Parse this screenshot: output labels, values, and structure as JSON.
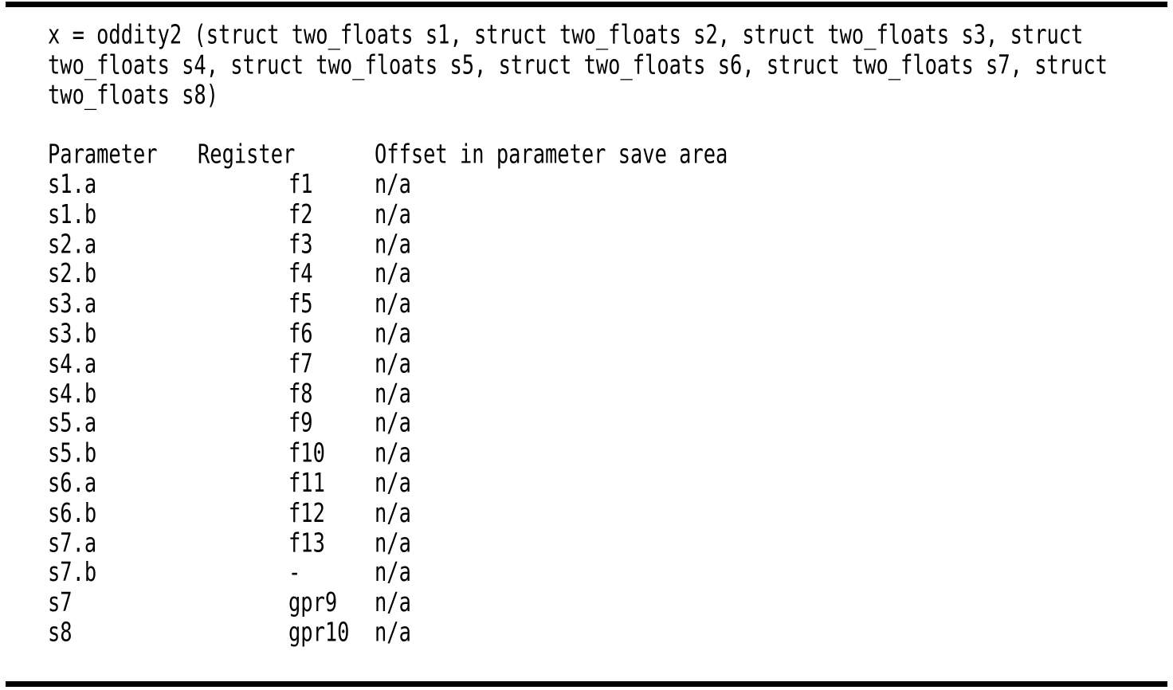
{
  "figure": {
    "kind": "parameter-passing-example",
    "signature_lines": [
      "x = oddity2 (struct two_floats s1, struct two_floats s2, struct two_floats s3, struct",
      "two_floats s4, struct two_floats s5, struct two_floats s6, struct two_floats s7, struct",
      "two_floats s8)"
    ],
    "table": {
      "headers": {
        "parameter": "Parameter",
        "register": "Register",
        "offset": "Offset in parameter save area"
      },
      "rows": [
        {
          "parameter": "s1.a",
          "register": "f1",
          "offset": "n/a"
        },
        {
          "parameter": "s1.b",
          "register": "f2",
          "offset": "n/a"
        },
        {
          "parameter": "s2.a",
          "register": "f3",
          "offset": "n/a"
        },
        {
          "parameter": "s2.b",
          "register": "f4",
          "offset": "n/a"
        },
        {
          "parameter": "s3.a",
          "register": "f5",
          "offset": "n/a"
        },
        {
          "parameter": "s3.b",
          "register": "f6",
          "offset": "n/a"
        },
        {
          "parameter": "s4.a",
          "register": "f7",
          "offset": "n/a"
        },
        {
          "parameter": "s4.b",
          "register": "f8",
          "offset": "n/a"
        },
        {
          "parameter": "s5.a",
          "register": "f9",
          "offset": "n/a"
        },
        {
          "parameter": "s5.b",
          "register": "f10",
          "offset": "n/a"
        },
        {
          "parameter": "s6.a",
          "register": "f11",
          "offset": "n/a"
        },
        {
          "parameter": "s6.b",
          "register": "f12",
          "offset": "n/a"
        },
        {
          "parameter": "s7.a",
          "register": "f13",
          "offset": "n/a"
        },
        {
          "parameter": "s7.b",
          "register": "-",
          "offset": "n/a"
        },
        {
          "parameter": "s7",
          "register": "gpr9",
          "offset": "n/a"
        },
        {
          "parameter": "s8",
          "register": "gpr10",
          "offset": "n/a"
        }
      ]
    },
    "colors": {
      "text": "#000000",
      "rule": "#000000",
      "background": "#ffffff"
    }
  }
}
